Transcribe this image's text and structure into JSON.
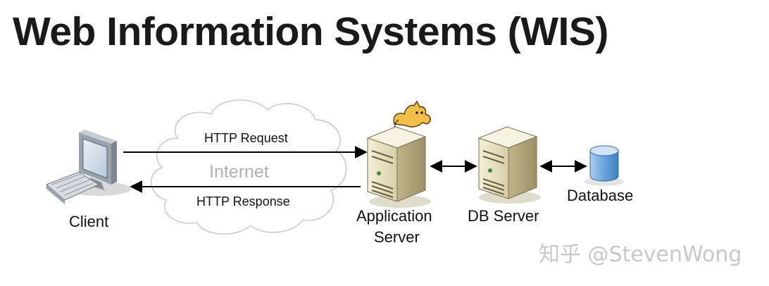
{
  "title": "Web Information Systems (WIS)",
  "diagram": {
    "client_label": "Client",
    "request_label": "HTTP Request",
    "response_label": "HTTP Response",
    "cloud_label": "Internet",
    "app_server_label_line1": "Application",
    "app_server_label_line2": "Server",
    "db_server_label": "DB Server",
    "database_label": "Database",
    "icons": {
      "client": "desktop-computer-icon",
      "app_server": "server-tower-icon",
      "db_server": "server-tower-icon",
      "database": "database-cylinder-icon",
      "tomcat": "tomcat-cat-icon"
    },
    "colors": {
      "cloud_stroke": "#c8c8c8",
      "cloud_text": "#b0b0b0",
      "server_body": "#e8e1c4",
      "database_fill": "#7fb3e3"
    }
  },
  "watermark": "知乎 @StevenWong"
}
